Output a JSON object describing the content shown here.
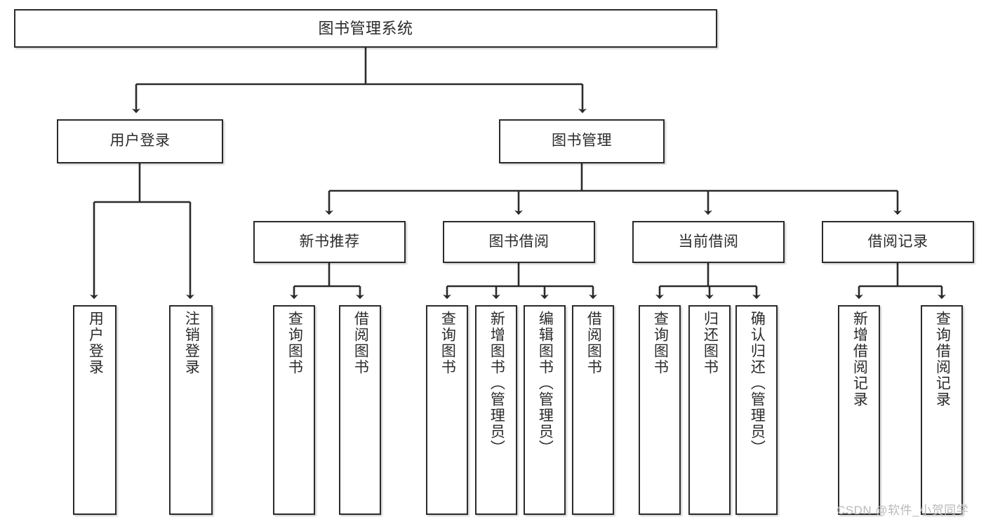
{
  "diagram": {
    "title": "图书管理系统",
    "root": {
      "label": "图书管理系统"
    },
    "level1": [
      {
        "label": "用户登录"
      },
      {
        "label": "图书管理"
      }
    ],
    "level2": [
      {
        "label": "新书推荐"
      },
      {
        "label": "图书借阅"
      },
      {
        "label": "当前借阅"
      },
      {
        "label": "借阅记录"
      }
    ],
    "leaves": [
      {
        "label": "用户登录",
        "parent": "用户登录"
      },
      {
        "label": "注销登录",
        "parent": "用户登录"
      },
      {
        "label": "查询图书",
        "parent": "新书推荐"
      },
      {
        "label": "借阅图书",
        "parent": "新书推荐"
      },
      {
        "label": "查询图书",
        "parent": "图书借阅"
      },
      {
        "label": "新增图书（管理员）",
        "parent": "图书借阅"
      },
      {
        "label": "编辑图书（管理员）",
        "parent": "图书借阅"
      },
      {
        "label": "借阅图书",
        "parent": "图书借阅"
      },
      {
        "label": "查询图书",
        "parent": "当前借阅"
      },
      {
        "label": "归还图书",
        "parent": "当前借阅"
      },
      {
        "label": "确认归还（管理员）",
        "parent": "当前借阅"
      },
      {
        "label": "新增借阅记录",
        "parent": "借阅记录"
      },
      {
        "label": "查询借阅记录",
        "parent": "借阅记录"
      }
    ]
  },
  "watermark": {
    "text": "CSDN @软件_小贺同学"
  },
  "colors": {
    "stroke": "#2b2b2b",
    "fill": "#ffffff",
    "watermark": "#b9b9b9"
  }
}
